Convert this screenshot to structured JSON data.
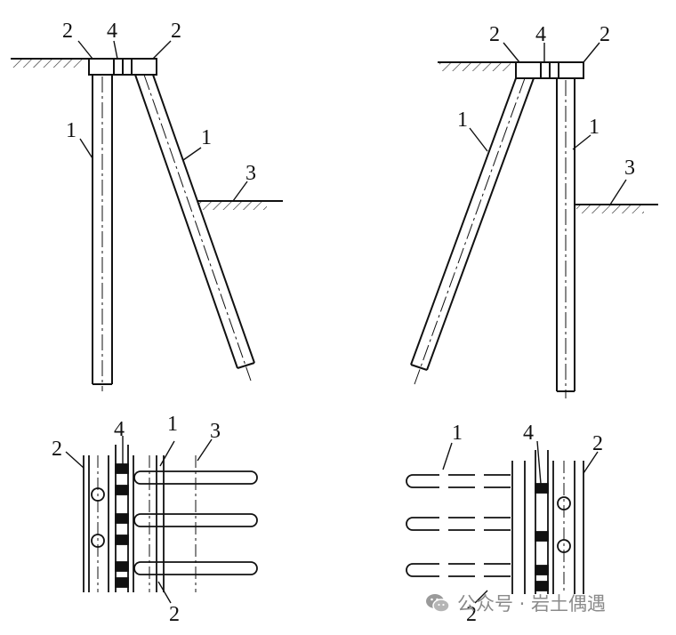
{
  "diagram": {
    "left_elevation": {
      "labels": {
        "pile_vertical": "1",
        "pile_raked": "1",
        "cap_left": "2",
        "cap_tie": "4",
        "cap_right": "2",
        "ground_low": "3"
      }
    },
    "right_elevation": {
      "labels": {
        "pile_raked": "1",
        "pile_vertical": "1",
        "cap_left": "2",
        "cap_tie": "4",
        "cap_right": "2",
        "ground_low": "3"
      }
    },
    "left_plan": {
      "labels": {
        "wale_left": "2",
        "tie": "4",
        "pile": "1",
        "ground": "3",
        "wale_bottom": "2"
      }
    },
    "right_plan": {
      "labels": {
        "pile": "1",
        "tie": "4",
        "wale_right": "2",
        "wale_bottom": "2"
      }
    }
  },
  "watermark": {
    "icon": "wechat-icon",
    "text": "公众号 · 岩土偶遇",
    "color": "#8a8a8a"
  }
}
